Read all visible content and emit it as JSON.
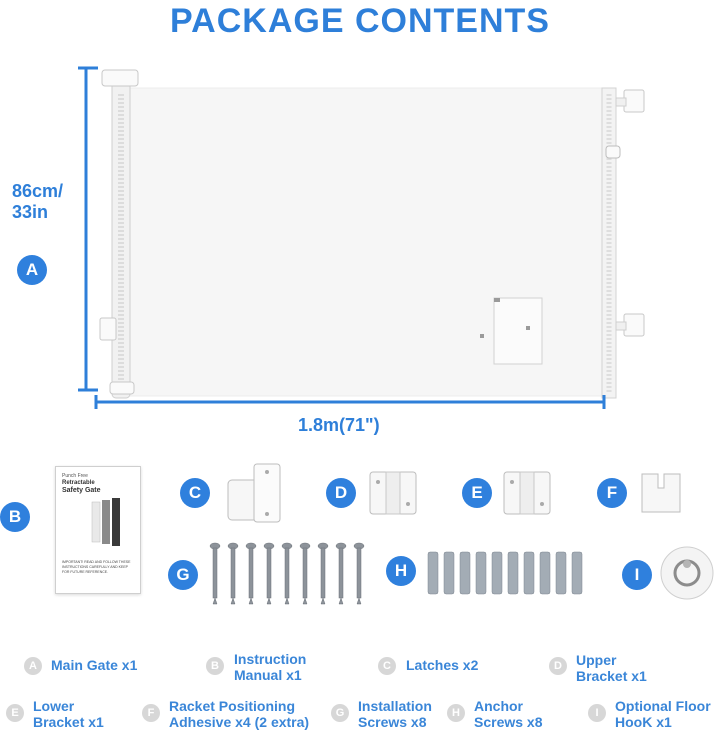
{
  "title": "PACKAGE CONTENTS",
  "height_label_line1": "86cm/",
  "height_label_line2": "33in",
  "width_label": "1.8m(71\")",
  "badges": {
    "A": "A",
    "B": "B",
    "C": "C",
    "D": "D",
    "E": "E",
    "F": "F",
    "G": "G",
    "H": "H",
    "I": "I"
  },
  "manual": {
    "line1": "Punch Free",
    "line2": "Retractable",
    "line3": "Safety Gate",
    "note": "IMPORTANT! READ AND FOLLOW THESE INSTRUCTIONS CAREFULLY AND KEEP FOR FUTURE REFERENCE."
  },
  "legend": [
    {
      "letter": "A",
      "line1": "Main Gate x1",
      "line2": ""
    },
    {
      "letter": "B",
      "line1": "Instruction",
      "line2": "Manual x1"
    },
    {
      "letter": "C",
      "line1": "Latches x2",
      "line2": ""
    },
    {
      "letter": "D",
      "line1": "Upper",
      "line2": "Bracket x1"
    },
    {
      "letter": "E",
      "line1": "Lower",
      "line2": "Bracket x1"
    },
    {
      "letter": "F",
      "line1": "Racket Positioning",
      "line2": "Adhesive x4 (2 extra)"
    },
    {
      "letter": "G",
      "line1": "Installation",
      "line2": "Screws x8"
    },
    {
      "letter": "H",
      "line1": "Anchor",
      "line2": "Screws x8"
    },
    {
      "letter": "I",
      "line1": "Optional Floor",
      "line2": "HooK x1"
    }
  ],
  "colors": {
    "accent": "#2e7fd9",
    "legend_badge": "#d7d7d7"
  }
}
